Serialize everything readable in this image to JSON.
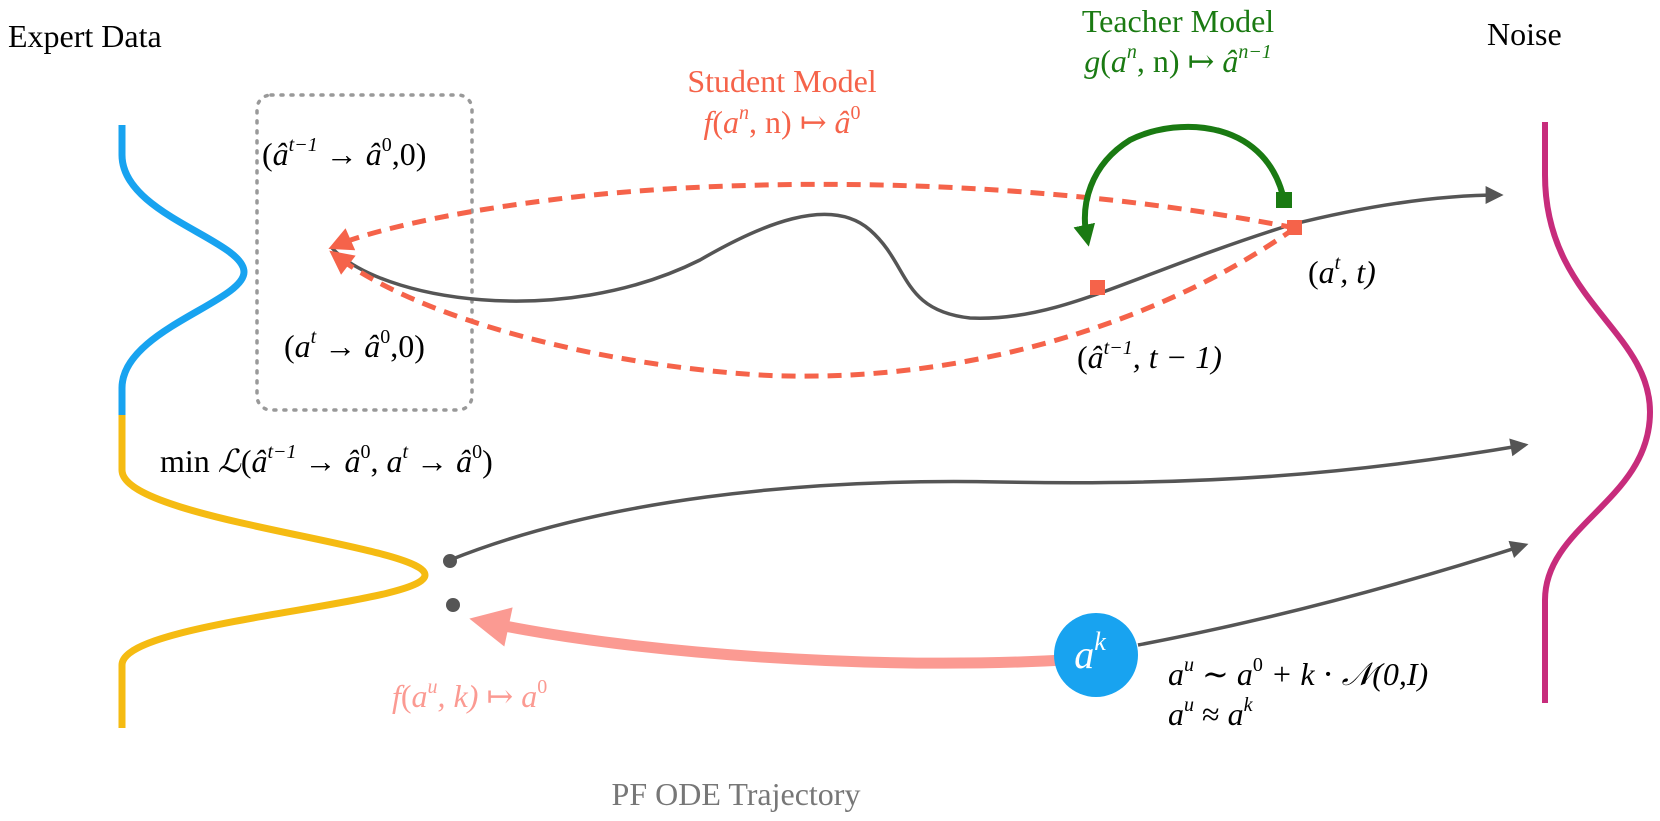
{
  "labels": {
    "expert_data": "Expert Data",
    "noise": "Noise",
    "trajectory_caption": "PF ODE Trajectory"
  },
  "student_model": {
    "title": "Student Model",
    "f": "f",
    "a": "a",
    "n_sup": "n",
    "args_tail": ", n) ↦ ",
    "ahat": "â",
    "zero_sup": "0",
    "color": "#f5634a"
  },
  "teacher_model": {
    "title": "Teacher Model",
    "g": "g",
    "a": "a",
    "n_sup": "n",
    "args_tail": ", n) ↦ ",
    "ahat": "â",
    "nm1_sup": "n−1",
    "color": "#1a7a12"
  },
  "points": {
    "tl_ahat": "â",
    "tl_sup": "t−1",
    "tl_arrow": " → ",
    "tl_ahat2": "â",
    "tl_sup2": "0",
    "tl_tail": ",0)",
    "bl_a": "a",
    "bl_sup": "t",
    "bl_arrow": " → ",
    "bl_ahat": "â",
    "bl_sup2": "0",
    "bl_tail": ",0)",
    "at_a": "a",
    "at_sup": "t",
    "at_tail": ", t)",
    "ahat_prev": "â",
    "ahat_prev_sup": "t−1",
    "ahat_prev_tail": ", t − 1)"
  },
  "loss": {
    "min": "min ",
    "L": "ℒ",
    "open": "(",
    "ahat1": "â",
    "sup1": "t−1",
    "arrow1": " → ",
    "ahat2": "â",
    "sup2": "0",
    "comma": ", ",
    "a3": "a",
    "sup3": "t",
    "arrow2": " → ",
    "ahat4": "â",
    "sup4": "0",
    "close": ")"
  },
  "sampling": {
    "circle_a": "a",
    "circle_k": "k",
    "f": "f",
    "a": "a",
    "u_sup": "u",
    "mid": ", k) ↦ ",
    "a0": "a",
    "zero_sup": "0",
    "eq1_a": "a",
    "eq1_u": "u",
    "eq1_rest": " ∼ ",
    "eq1_a0": "a",
    "eq1_zero": "0",
    "eq1_tail": " + k ⋅ 𝒩(0,I)",
    "eq2_a": "a",
    "eq2_u": "u",
    "eq2_approx": " ≈ ",
    "eq2_a2": "a",
    "eq2_k": "k"
  },
  "colors": {
    "expert_curve": "#18a3f0",
    "expert_curve_lower": "#f5bb12",
    "noise_curve": "#c72c7c",
    "trajectory": "#555555",
    "student": "#f5634a",
    "teacher": "#1a7a12",
    "sampling_arrow": "#fb9a92",
    "circle": "#18a3f0",
    "box": "#999999",
    "caption": "#777777"
  }
}
